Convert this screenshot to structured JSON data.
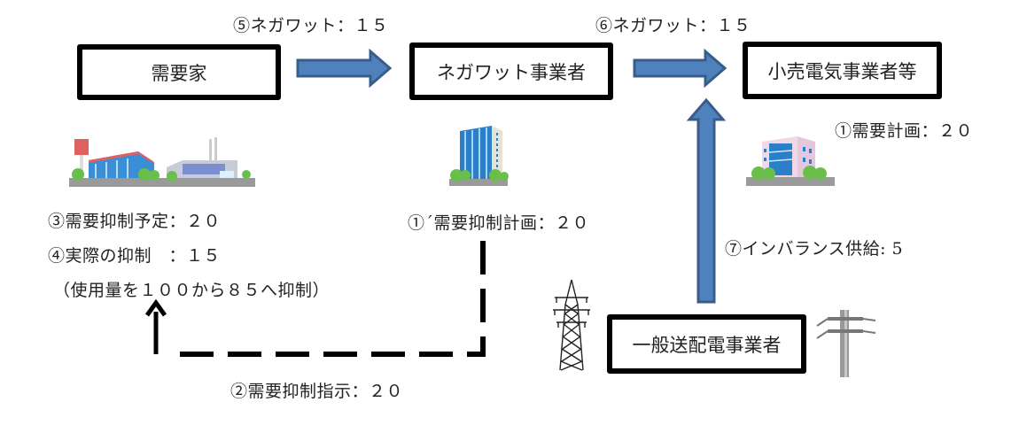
{
  "nodes": {
    "consumer": "需要家",
    "negawatt_operator": "ネガワット事業者",
    "retailer": "小売電気事業者等",
    "transmission_operator": "一般送配電事業者"
  },
  "flows": {
    "negawatt_5": "⑤ネガワット：１５",
    "negawatt_6": "⑥ネガワット：１５",
    "demand_plan_1": "①需要計画：２０",
    "suppression_plan_1p": "①´需要抑制計画：２０",
    "suppression_scheduled_3": "③需要抑制予定：２０",
    "actual_suppression_4": "④実際の抑制　：１５",
    "usage_note": "（使用量を１００から８５へ抑制）",
    "suppression_instruction_2": "②需要抑制指示：２０",
    "imbalance_supply_7": "⑦インバランス供給: 5"
  },
  "icons": {
    "consumer_facilities": "factory-and-store-icon",
    "negawatt_building": "office-building-icon",
    "retailer_building": "office-building-icon",
    "transmission_tower": "transmission-tower-icon",
    "utility_pole": "utility-pole-icon"
  },
  "colors": {
    "arrow_fill": "#4f81bd",
    "arrow_stroke": "#385d8a",
    "box_border": "#000000",
    "dashed_line": "#000000"
  }
}
